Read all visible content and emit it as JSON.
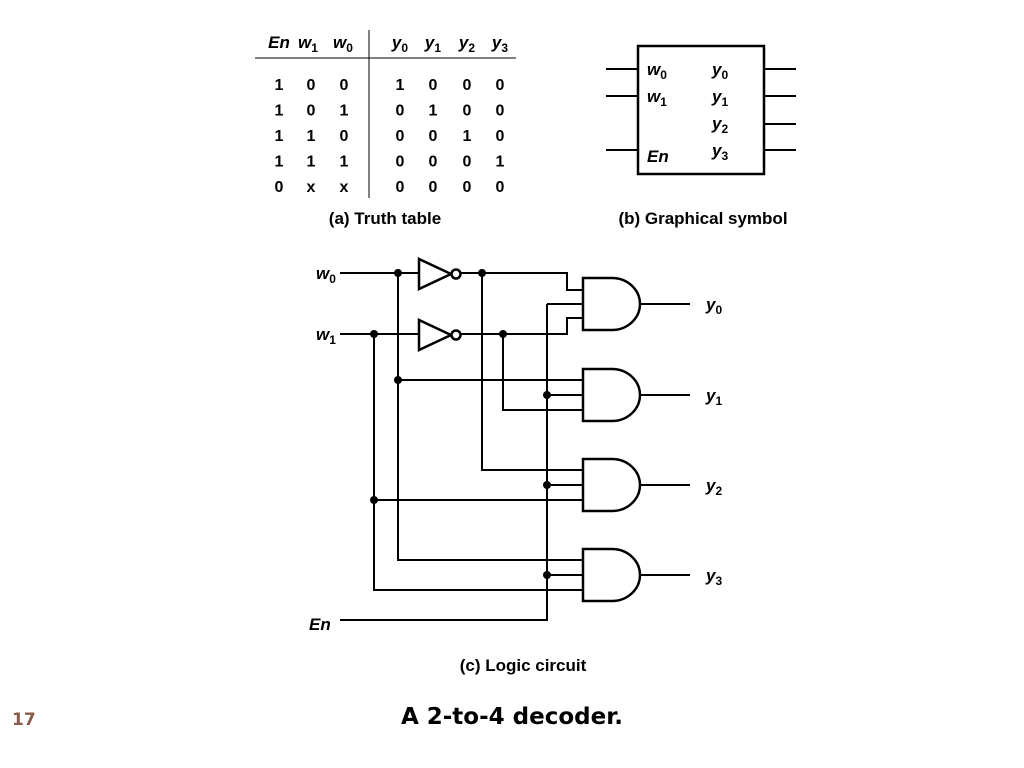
{
  "truth_table": {
    "headers": [
      {
        "base": "En",
        "sub": ""
      },
      {
        "base": "w",
        "sub": "1"
      },
      {
        "base": "w",
        "sub": "0"
      },
      {
        "base": "y",
        "sub": "0"
      },
      {
        "base": "y",
        "sub": "1"
      },
      {
        "base": "y",
        "sub": "2"
      },
      {
        "base": "y",
        "sub": "3"
      }
    ],
    "rows": [
      [
        "1",
        "0",
        "0",
        "1",
        "0",
        "0",
        "0"
      ],
      [
        "1",
        "0",
        "1",
        "0",
        "1",
        "0",
        "0"
      ],
      [
        "1",
        "1",
        "0",
        "0",
        "0",
        "1",
        "0"
      ],
      [
        "1",
        "1",
        "1",
        "0",
        "0",
        "0",
        "1"
      ],
      [
        "0",
        "x",
        "x",
        "0",
        "0",
        "0",
        "0"
      ]
    ],
    "caption": "(a) Truth table"
  },
  "symbol": {
    "inputs": [
      {
        "base": "w",
        "sub": "0"
      },
      {
        "base": "w",
        "sub": "1"
      },
      {
        "base": "En",
        "sub": ""
      }
    ],
    "outputs": [
      {
        "base": "y",
        "sub": "0"
      },
      {
        "base": "y",
        "sub": "1"
      },
      {
        "base": "y",
        "sub": "2"
      },
      {
        "base": "y",
        "sub": "3"
      }
    ],
    "caption": "(b) Graphical symbol"
  },
  "circuit": {
    "inputs": [
      {
        "base": "w",
        "sub": "0"
      },
      {
        "base": "w",
        "sub": "1"
      },
      {
        "base": "En",
        "sub": ""
      }
    ],
    "outputs": [
      {
        "base": "y",
        "sub": "0"
      },
      {
        "base": "y",
        "sub": "1"
      },
      {
        "base": "y",
        "sub": "2"
      },
      {
        "base": "y",
        "sub": "3"
      }
    ],
    "caption": "(c) Logic circuit"
  },
  "footer": {
    "page_number": "17",
    "title": "A 2-to-4 decoder."
  },
  "colors": {
    "page_number": "#8b5a4a",
    "ink": "#000000",
    "background": "#ffffff"
  }
}
